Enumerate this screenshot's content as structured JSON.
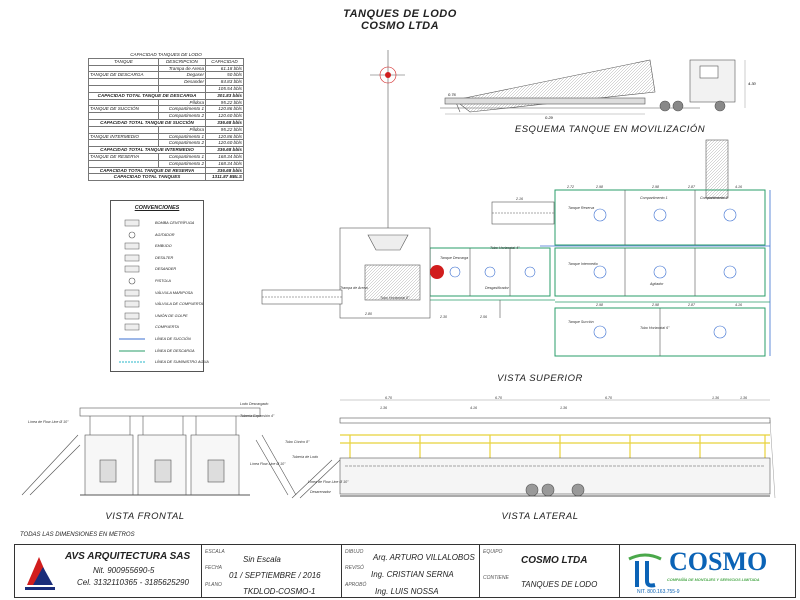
{
  "header": {
    "title_line1": "TANQUES DE LODO",
    "title_line2": "COSMO LTDA"
  },
  "captions": {
    "transport": "ESQUEMA TANQUE EN MOVILIZACIÓN",
    "top": "VISTA SUPERIOR",
    "front": "VISTA FRONTAL",
    "side": "VISTA LATERAL"
  },
  "capacity_table": {
    "title": "CAPACIDAD TANQUES DE LODO",
    "headers": [
      "TANQUE",
      "DESCRIPCION",
      "CAPACIDAD"
    ],
    "rows": [
      {
        "tank": "",
        "desc": "Trampa de Arena",
        "cap": "61.18 bbls",
        "total": false
      },
      {
        "tank": "TANQUE DE DESCARGA",
        "desc": "Degaser",
        "cap": "50 bbls",
        "total": false
      },
      {
        "tank": "",
        "desc": "Desander",
        "cap": "84.83 bbls",
        "total": false
      },
      {
        "tank": "",
        "desc": "",
        "cap": "105.54 bbls",
        "total": false
      },
      {
        "tank": "CAPACIDAD TOTAL TANQUE DE DESCARGA",
        "desc": "",
        "cap": "301.83 bbls",
        "total": true
      },
      {
        "tank": "",
        "desc": "Píldora",
        "cap": "95.22 bbls",
        "total": false
      },
      {
        "tank": "TANQUE DE SUCCIÓN",
        "desc": "Compartimento 1",
        "cap": "120.86 bbls",
        "total": false
      },
      {
        "tank": "",
        "desc": "Compartimento 2",
        "cap": "120.60 bbls",
        "total": false
      },
      {
        "tank": "CAPACIDAD TOTAL TANQUE DE SUCCIÓN",
        "desc": "",
        "cap": "336.68 bbls",
        "total": true
      },
      {
        "tank": "",
        "desc": "Píldora",
        "cap": "95.22 bbls",
        "total": false
      },
      {
        "tank": "TANQUE INTERMEDIO",
        "desc": "Compartimento 1",
        "cap": "120.86 bbls",
        "total": false
      },
      {
        "tank": "",
        "desc": "Compartimento 2",
        "cap": "120.60 bbls",
        "total": false
      },
      {
        "tank": "CAPACIDAD TOTAL TANQUE INTERMEDIO",
        "desc": "",
        "cap": "336.68 bbls",
        "total": true
      },
      {
        "tank": "TANQUE DE RESERVA",
        "desc": "Compartimento 1",
        "cap": "168.34 bbls",
        "total": false
      },
      {
        "tank": "",
        "desc": "Compartimento 2",
        "cap": "168.34 bbls",
        "total": false
      },
      {
        "tank": "CAPACIDAD TOTAL TANQUE DE RESERVA",
        "desc": "",
        "cap": "336.68 bbls",
        "total": true
      },
      {
        "tank": "CAPACIDAD TOTAL TANQUES",
        "desc": "",
        "cap": "1311.87 BBLS",
        "total": true
      }
    ]
  },
  "conventions": {
    "title": "CONVENCIONES",
    "items": [
      "BOMBA CENTRÍFUGA",
      "AGITADOR",
      "EMBUDO",
      "DESILTER",
      "DESANDER",
      "PISTOLA",
      "VÁLVULA MARIPOSA",
      "VÁLVULA DE COMPUERTA",
      "UNIÓN DE GOLPE",
      "COMPUERTA",
      "LÍNEA DE SUCCIÓN",
      "LÍNEA DE DESCARGA",
      "LÍNEA DE SUMINISTRO AGUA"
    ]
  },
  "dimensions": {
    "top": [
      "2.72",
      "2.98",
      "2.98",
      "2.87",
      "4.16",
      "2.98",
      "2.98",
      "2.87",
      "4.16",
      "2.16",
      "2.56",
      "2.30",
      "2.80"
    ],
    "side": [
      "6.70",
      "6.70",
      "6.70",
      "1.36",
      "1.36",
      "4.16",
      "1.36",
      "1.36"
    ],
    "transport": [
      "0.29",
      "4.30",
      "0.76"
    ]
  },
  "callouts": {
    "top": [
      "Tanque Reserva",
      "Compartimento 1",
      "Compartimento 2",
      "Tanque Intermedio",
      "Tanque Succión",
      "Tanque Descarga",
      "Trampa de Arena",
      "Desgasificador",
      "Agitador",
      "Tubo Horizontal 4\"",
      "Tubo Horizontal 6\"",
      "Tubo Horizontal 8\""
    ],
    "front": [
      "Línea de Flow Line Ø 10\"",
      "Línea Flow Line Ø 10\""
    ],
    "side": [
      "Lodo Descargado",
      "Tubería Expansión 4\"",
      "Tubo Cónico 8\"",
      "Tubería de Lodo",
      "Línea de Flow Line Ø 10\"",
      "Desarenador"
    ]
  },
  "note": "TODAS LAS DIMENSIONES EN METROS",
  "title_block": {
    "company": "AVS ARQUITECTURA SAS",
    "nit": "Nit. 900955690-5",
    "phone": "Cel. 3132110365 - 3185625290",
    "labels": {
      "scale": "ESCALA",
      "date": "FECHA",
      "plan": "PLANO",
      "drew": "DIBUJO",
      "reviewed": "REVISÓ",
      "approved": "APROBÓ",
      "team": "EQUIPO",
      "contains": "CONTIENE"
    },
    "scale": "Sin Escala",
    "date": "01 / SEPTIEMBRE / 2016",
    "plan": "TKDLOD-COSMO-1",
    "drew": "Arq. ARTURO VILLALOBOS",
    "reviewed": "Ing. CRISTIAN SERNA",
    "approved": "Ing. LUIS NOSSA",
    "team": "COSMO LTDA",
    "contains": "TANQUES DE LODO",
    "brand": "COSMO",
    "brand_sub": "COMPAÑÍA DE MONTAJES Y SERVICIOS LIMITADA",
    "brand_nit": "NIT. 800.163.755-9"
  },
  "colors": {
    "line": "#555555",
    "tank_green": "#2a9d6a",
    "tank_blue": "#3b6fd1",
    "handrail": "#e8d23a",
    "red": "#d11d1d",
    "brand_blue": "#0b63b6",
    "brand_green": "#4aa84a"
  }
}
